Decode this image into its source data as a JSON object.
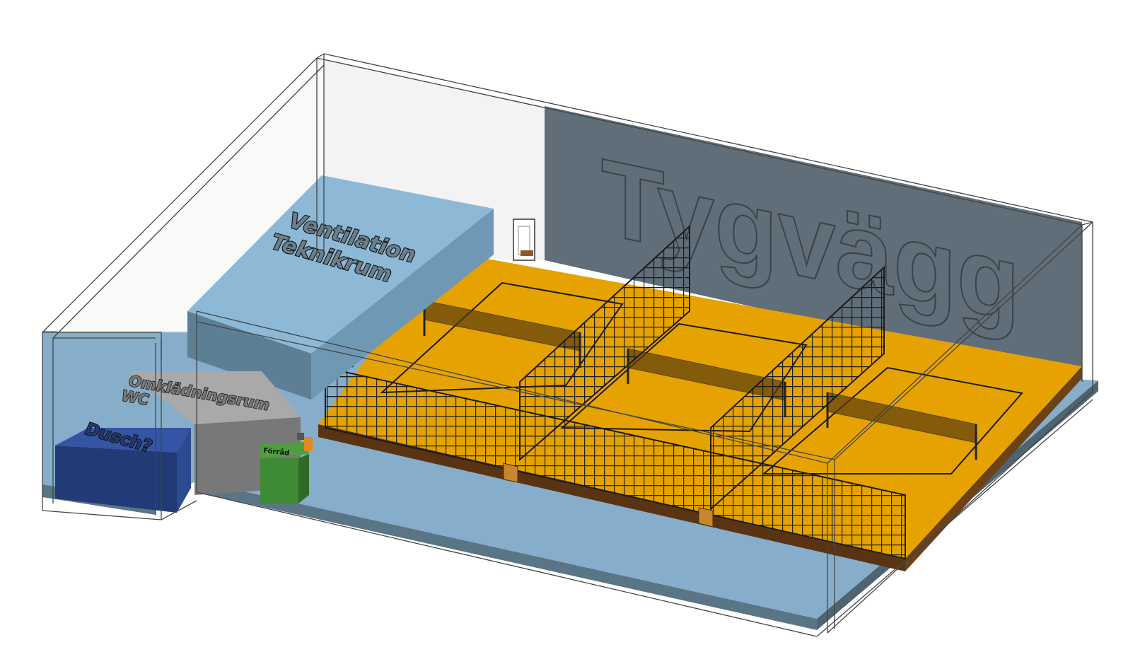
{
  "labels": {
    "fabric_wall": "Tygvägg",
    "ventilation": "Ventilation",
    "tech_room": "Teknikrum",
    "changing_room": "Omklädningsrum",
    "wc": "WC",
    "shower": "Dusch?",
    "kiosk": "Förråd"
  },
  "colors": {
    "floor": "#86aecb",
    "floor_edge": "#4f6470",
    "court": "#e6a200",
    "court_base": "#5a3412",
    "fabric_wall": "#5f6e78",
    "tech_room": "#8db9d6",
    "changing_room": "#9a9a9a",
    "shower": "#3455a4",
    "kiosk": "#3f8a34",
    "net": "#1b1b1b"
  },
  "courts": 3
}
